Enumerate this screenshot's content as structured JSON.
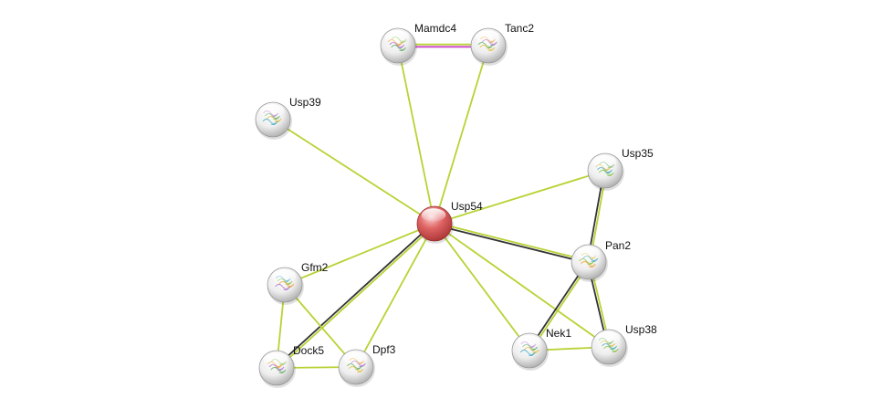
{
  "network": {
    "nodes": [
      {
        "id": "Usp54",
        "label": "Usp54",
        "query": true,
        "icon": "query-protein-sphere-icon"
      },
      {
        "id": "Mamdc4",
        "label": "Mamdc4",
        "query": false,
        "icon": "protein-structure-icon"
      },
      {
        "id": "Tanc2",
        "label": "Tanc2",
        "query": false,
        "icon": "protein-structure-icon"
      },
      {
        "id": "Usp39",
        "label": "Usp39",
        "query": false,
        "icon": "protein-structure-icon"
      },
      {
        "id": "Usp35",
        "label": "Usp35",
        "query": false,
        "icon": "protein-structure-icon"
      },
      {
        "id": "Pan2",
        "label": "Pan2",
        "query": false,
        "icon": "protein-structure-icon"
      },
      {
        "id": "Gfm2",
        "label": "Gfm2",
        "query": false,
        "icon": "protein-structure-icon"
      },
      {
        "id": "Dock5",
        "label": "Dock5",
        "query": false,
        "icon": "protein-structure-icon"
      },
      {
        "id": "Dpf3",
        "label": "Dpf3",
        "query": false,
        "icon": "protein-structure-icon"
      },
      {
        "id": "Nek1",
        "label": "Nek1",
        "query": false,
        "icon": "protein-structure-icon"
      },
      {
        "id": "Usp38",
        "label": "Usp38",
        "query": false,
        "icon": "protein-structure-icon"
      }
    ],
    "edges": [
      {
        "source": "Usp54",
        "target": "Mamdc4",
        "colors": [
          "#b7d334"
        ]
      },
      {
        "source": "Usp54",
        "target": "Tanc2",
        "colors": [
          "#b7d334"
        ]
      },
      {
        "source": "Usp54",
        "target": "Usp39",
        "colors": [
          "#b7d334"
        ]
      },
      {
        "source": "Usp54",
        "target": "Usp35",
        "colors": [
          "#b7d334"
        ]
      },
      {
        "source": "Usp54",
        "target": "Pan2",
        "colors": [
          "#b7d334",
          "#333333"
        ]
      },
      {
        "source": "Usp54",
        "target": "Gfm2",
        "colors": [
          "#b7d334"
        ]
      },
      {
        "source": "Usp54",
        "target": "Dock5",
        "colors": [
          "#b7d334",
          "#333333"
        ]
      },
      {
        "source": "Usp54",
        "target": "Dpf3",
        "colors": [
          "#b7d334"
        ]
      },
      {
        "source": "Usp54",
        "target": "Nek1",
        "colors": [
          "#b7d334"
        ]
      },
      {
        "source": "Usp54",
        "target": "Usp38",
        "colors": [
          "#b7d334"
        ]
      },
      {
        "source": "Mamdc4",
        "target": "Tanc2",
        "colors": [
          "#b7d334",
          "#cc44cc"
        ]
      },
      {
        "source": "Usp35",
        "target": "Pan2",
        "colors": [
          "#b7d334",
          "#333333"
        ]
      },
      {
        "source": "Pan2",
        "target": "Nek1",
        "colors": [
          "#b7d334",
          "#333333"
        ]
      },
      {
        "source": "Pan2",
        "target": "Usp38",
        "colors": [
          "#b7d334",
          "#333333"
        ]
      },
      {
        "source": "Nek1",
        "target": "Usp38",
        "colors": [
          "#b7d334"
        ]
      },
      {
        "source": "Gfm2",
        "target": "Dock5",
        "colors": [
          "#b7d334"
        ]
      },
      {
        "source": "Gfm2",
        "target": "Dpf3",
        "colors": [
          "#b7d334"
        ]
      },
      {
        "source": "Dock5",
        "target": "Dpf3",
        "colors": [
          "#b7d334"
        ]
      }
    ],
    "colors": {
      "query_node": "#d85050",
      "node_fill": "#eeeeee",
      "node_rim": "#9a9a9a"
    }
  }
}
